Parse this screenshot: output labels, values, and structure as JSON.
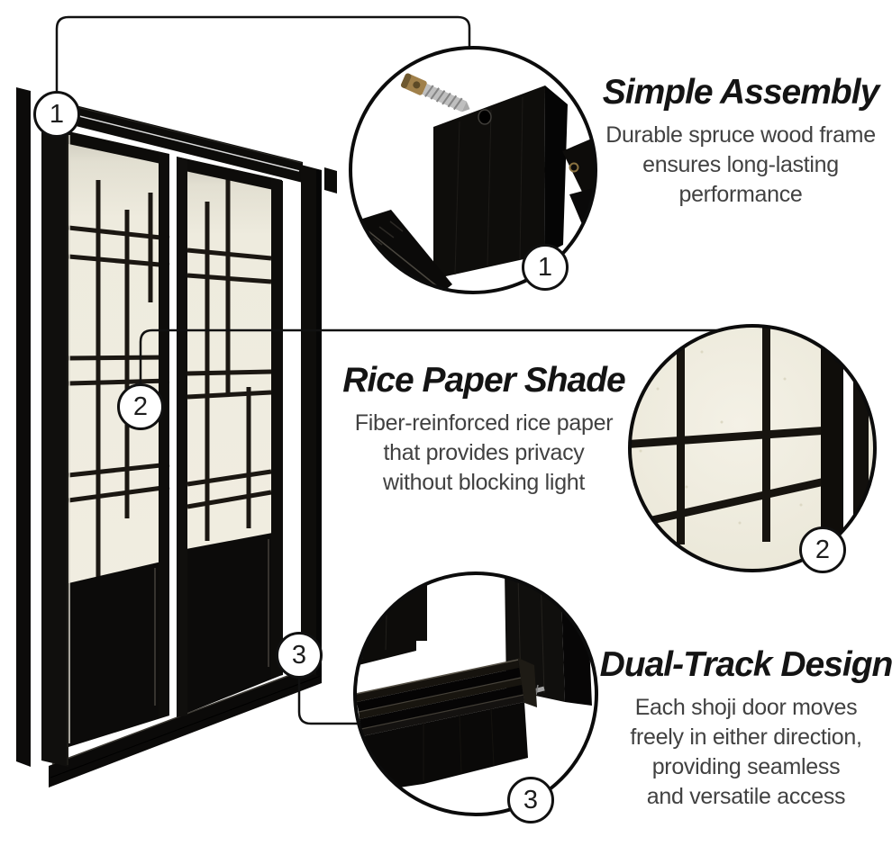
{
  "figure": {
    "type": "product feature infographic",
    "subject": "shoji double sliding door with callout details"
  },
  "colors": {
    "background": "#ffffff",
    "frame_black": "#0d0c0a",
    "rice_paper": "#f1eee2",
    "leader_line": "#111111",
    "title_text": "#141414",
    "body_text": "#414141",
    "brass_screw": "#a0804a"
  },
  "features": [
    {
      "number": "1",
      "title": "Simple Assembly",
      "lines": [
        "Durable spruce wood frame",
        "ensures long-lasting",
        "performance"
      ]
    },
    {
      "number": "2",
      "title": "Rice Paper Shade",
      "lines": [
        "Fiber-reinforced rice paper",
        "that provides privacy",
        "without blocking light"
      ]
    },
    {
      "number": "3",
      "title": "Dual-Track Design",
      "lines": [
        "Each shoji door moves",
        "freely in either direction,",
        "providing seamless",
        "and versatile access"
      ]
    }
  ]
}
